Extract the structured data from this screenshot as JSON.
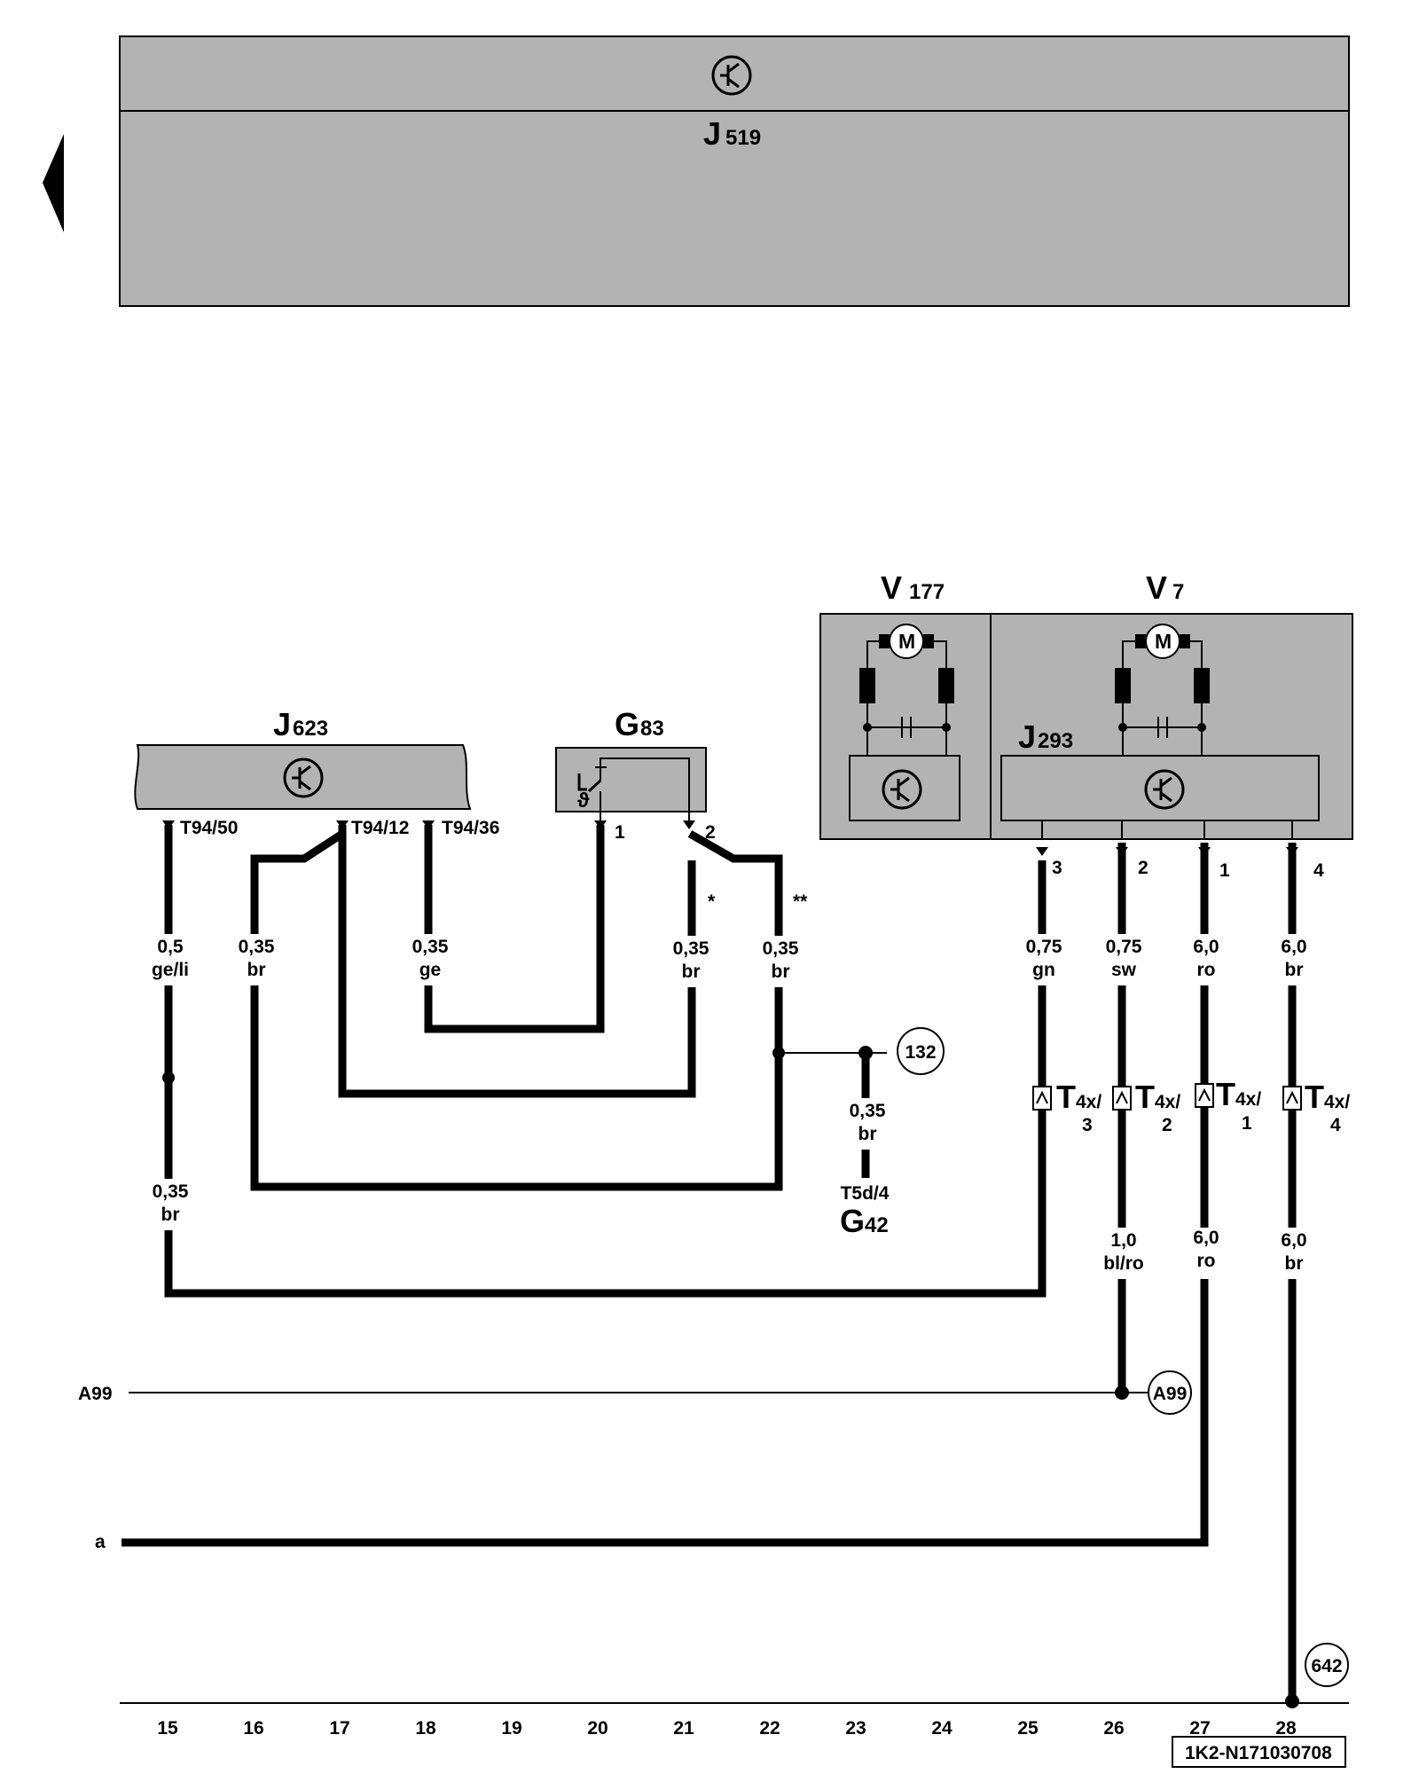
{
  "header": {
    "component": "J",
    "component_sub": "519"
  },
  "components": {
    "j623": {
      "main": "J",
      "sub": "623",
      "pins": [
        "T94/50",
        "T94/12",
        "T94/36"
      ]
    },
    "g83": {
      "main": "G",
      "sub": "83",
      "pins": [
        "1",
        "2"
      ]
    },
    "v177": {
      "main": "V",
      "sub": "177"
    },
    "v7": {
      "main": "V",
      "sub": "7"
    },
    "j293": {
      "main": "J",
      "sub": "293",
      "pins": [
        "3",
        "2",
        "1",
        "4"
      ]
    },
    "g42": {
      "main": "G",
      "sub": "42",
      "pin": "T5d/4"
    },
    "motor_symbol": "M"
  },
  "wires": {
    "w15_top": [
      "0,5",
      "ge/li"
    ],
    "w15_bot": [
      "0,35",
      "br"
    ],
    "w16": [
      "0,35",
      "br"
    ],
    "w18": [
      "0,35",
      "ge"
    ],
    "w21": [
      "0,35",
      "br"
    ],
    "w22": [
      "0,35",
      "br"
    ],
    "w23": [
      "0,35",
      "br"
    ],
    "w25": [
      "0,75",
      "gn"
    ],
    "w26_top": [
      "0,75",
      "sw"
    ],
    "w26_bot": [
      "1,0",
      "bl/ro"
    ],
    "w27_top": [
      "6,0",
      "ro"
    ],
    "w27_bot": [
      "6,0",
      "ro"
    ],
    "w28_top": [
      "6,0",
      "br"
    ],
    "w28_bot": [
      "6,0",
      "br"
    ]
  },
  "marks": {
    "single": "*",
    "double": "**"
  },
  "connectors": [
    {
      "main": "T",
      "sub": "4x/",
      "pin": "3"
    },
    {
      "main": "T",
      "sub": "4x/",
      "pin": "2"
    },
    {
      "main": "T",
      "sub": "4x/",
      "pin": "1"
    },
    {
      "main": "T",
      "sub": "4x/",
      "pin": "4"
    }
  ],
  "refs": {
    "r132": "132",
    "r642": "642",
    "a99_circle": "A99"
  },
  "bus": {
    "a99": "A99",
    "a": "a"
  },
  "tracks": [
    "15",
    "16",
    "17",
    "18",
    "19",
    "20",
    "21",
    "22",
    "23",
    "24",
    "25",
    "26",
    "27",
    "28"
  ],
  "footer_code": "1K2-N171030708",
  "icons": {
    "nav_arrow": "left-triangle-icon",
    "electronic_unit": "transistor-icon",
    "motor": "motor-icon"
  }
}
